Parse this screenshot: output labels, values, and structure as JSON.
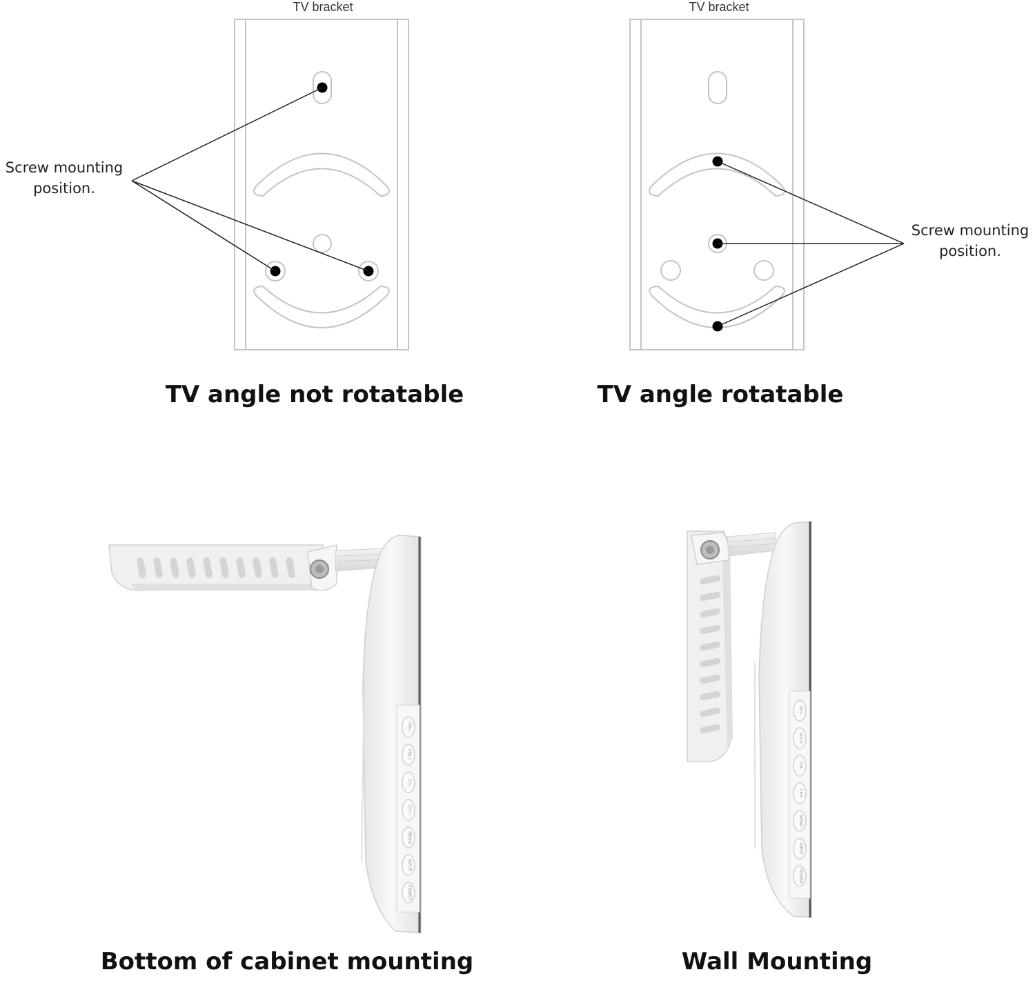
{
  "panels": {
    "top_left": {
      "bracket_label": "TV bracket",
      "callout_line1": "Screw mounting",
      "callout_line2": "position.",
      "caption": "TV angle not rotatable"
    },
    "top_right": {
      "bracket_label": "TV bracket",
      "callout_line1": "Screw mounting",
      "callout_line2": "position.",
      "caption": "TV angle rotatable"
    },
    "bottom_left": {
      "caption": "Bottom of cabinet mounting",
      "tv_buttons": [
        "POWER",
        "INPUT",
        "MENU",
        "CH+",
        "CH-",
        "VOL+",
        "VOL-"
      ]
    },
    "bottom_right": {
      "caption": "Wall Mounting",
      "tv_buttons": [
        "POWER",
        "INPUT",
        "MENU",
        "CH+",
        "CH-",
        "VOL+",
        "VOL-"
      ]
    }
  },
  "colors": {
    "outline": "#c8c8c8",
    "dot": "#000000",
    "line": "#222222",
    "device": "#f2f2f2"
  }
}
